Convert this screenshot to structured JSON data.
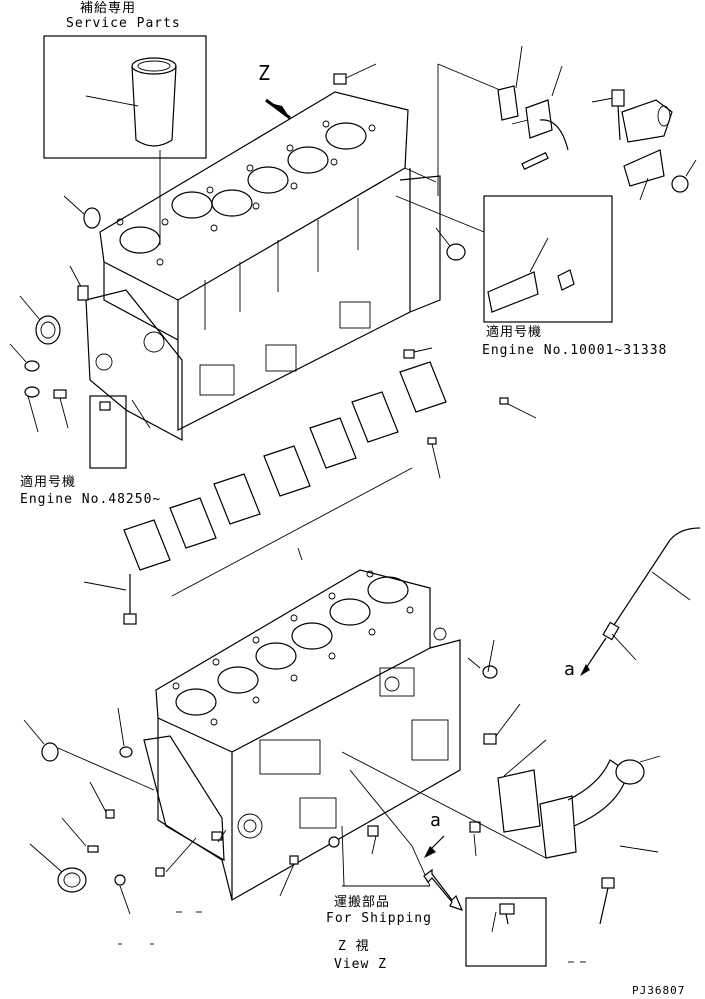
{
  "service_parts": {
    "jp": "補給専用",
    "en": "Service Parts"
  },
  "view_marker": "Z",
  "applicability_upper": {
    "jp": "適用号機",
    "en": "Engine No.10001~31338"
  },
  "applicability_left": {
    "jp": "適用号機",
    "en": "Engine No.48250~"
  },
  "arrow_label_a": "a",
  "arrow_label_a2": "a",
  "shipping": {
    "jp": "運搬部品",
    "en": "For Shipping"
  },
  "view_z": {
    "jp": "Z 視",
    "en": "View Z"
  },
  "drawing_number": "PJ36807"
}
